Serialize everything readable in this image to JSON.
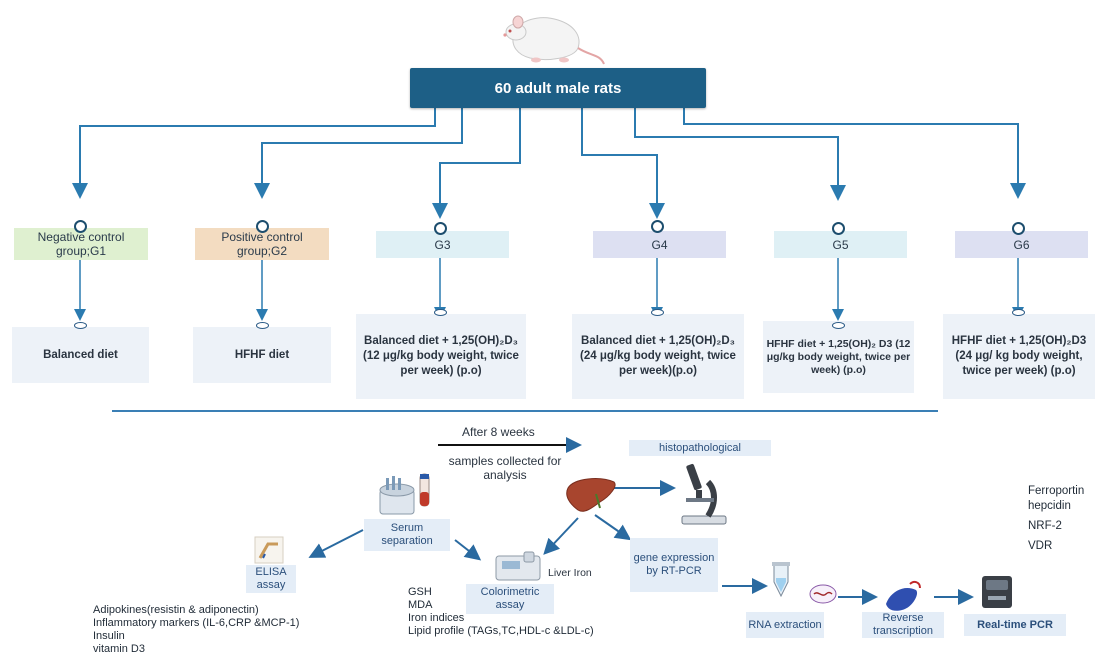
{
  "root": {
    "label": "60 adult male rats"
  },
  "groups": [
    {
      "label": "Negative control group;G1",
      "color": "#dff0d0",
      "diet": "Balanced diet"
    },
    {
      "label": "Positive control group;G2",
      "color": "#f3dcc1",
      "diet": "HFHF diet"
    },
    {
      "label": "G3",
      "color": "#dff0f5",
      "diet": "Balanced diet + 1,25(OH)₂D₃ (12 μg/kg body weight, twice per week) (p.o)"
    },
    {
      "label": "G4",
      "color": "#dde0f2",
      "diet": "Balanced diet + 1,25(OH)₂D₃ (24 μg/kg body weight, twice per week)(p.o)"
    },
    {
      "label": "G5",
      "color": "#dff0f5",
      "diet": "HFHF diet + 1,25(OH)₂ D3 (12 μg/kg body weight, twice per week) (p.o)"
    },
    {
      "label": "G6",
      "color": "#dde0f2",
      "diet": "HFHF diet + 1,25(OH)₂D3 (24 μg/ kg body weight, twice per week) (p.o)"
    }
  ],
  "timeline": {
    "after": "After 8 weeks",
    "samples": "samples collected for analysis"
  },
  "steps": {
    "histo": "histopathological",
    "serum": "Serum separation",
    "elisa": "ELISA assay",
    "colorimetric": "Colorimetric assay",
    "liver_iron": "Liver Iron",
    "gene": "gene expression by RT-PCR",
    "rna": "RNA extraction",
    "rt": "Reverse transcription",
    "pcr": "Real-time PCR"
  },
  "genes": [
    "Ferroportin",
    "hepcidin",
    "NRF-2",
    "VDR"
  ],
  "elisa_items": [
    "Adipokines(resistin & adiponectin)",
    "Inflammatory markers (IL-6,CRP &MCP-1)",
    "Insulin",
    "vitamin D3"
  ],
  "color_items": [
    "GSH",
    "MDA",
    "Iron indices",
    "Lipid profile (TAGs,TC,HDL-c &LDL-c)"
  ],
  "colors": {
    "accent": "#1d5f86",
    "arrow": "#2b7bb0",
    "divider": "#3a7fb5"
  }
}
